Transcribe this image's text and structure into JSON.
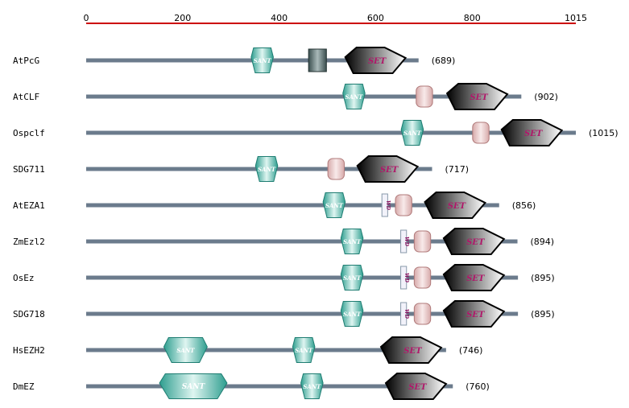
{
  "scale": {
    "max": 1015,
    "ticks": [
      {
        "value": 0,
        "label": "0"
      },
      {
        "value": 200,
        "label": "200"
      },
      {
        "value": 400,
        "label": "400"
      },
      {
        "value": 600,
        "label": "600"
      },
      {
        "value": 800,
        "label": "800"
      },
      {
        "value": 1015,
        "label": "1015"
      }
    ],
    "axis_color": "#cc0000"
  },
  "colors": {
    "backbone": "#6b7b8c",
    "sant_dark": "#2e9e8f",
    "sant_light": "#dff5f1",
    "set_dark": "#000000",
    "set_light": "#ffffff",
    "cxc_fill": "#e8c4c4",
    "cxc_stroke": "#b07a7a",
    "small_fill": "#4a5b5b",
    "vdomain_fill": "#f2f2fa",
    "vdomain_text": "#8a1060",
    "set_text": "#b0186a"
  },
  "proteins": [
    {
      "name": "AtPcG",
      "length": 689,
      "length_label": "(689)",
      "domains": [
        {
          "type": "sant",
          "start": 342,
          "end": 388,
          "label": "SANT"
        },
        {
          "type": "small",
          "start": 461,
          "end": 498,
          "label": ""
        },
        {
          "type": "set",
          "start": 537,
          "end": 662,
          "label": "SET"
        }
      ]
    },
    {
      "name": "AtCLF",
      "length": 902,
      "length_label": "(902)",
      "domains": [
        {
          "type": "sant",
          "start": 532,
          "end": 578,
          "label": "SANT"
        },
        {
          "type": "cxc",
          "start": 684,
          "end": 718,
          "label": ""
        },
        {
          "type": "set",
          "start": 748,
          "end": 873,
          "label": "SET"
        }
      ]
    },
    {
      "name": "Ospclf",
      "length": 1015,
      "length_label": "(1015)",
      "domains": [
        {
          "type": "sant",
          "start": 653,
          "end": 699,
          "label": "SANT"
        },
        {
          "type": "cxc",
          "start": 801,
          "end": 835,
          "label": ""
        },
        {
          "type": "set",
          "start": 861,
          "end": 986,
          "label": "SET"
        }
      ]
    },
    {
      "name": "SDG711",
      "length": 717,
      "length_label": "(717)",
      "domains": [
        {
          "type": "sant",
          "start": 351,
          "end": 397,
          "label": "SANT"
        },
        {
          "type": "cxc",
          "start": 501,
          "end": 535,
          "label": ""
        },
        {
          "type": "set",
          "start": 562,
          "end": 687,
          "label": "SET"
        }
      ]
    },
    {
      "name": "AtEZA1",
      "length": 856,
      "length_label": "(856)",
      "domains": [
        {
          "type": "sant",
          "start": 491,
          "end": 537,
          "label": "SANT"
        },
        {
          "type": "vdomain",
          "start": 613,
          "end": 625,
          "label": "WD"
        },
        {
          "type": "cxc",
          "start": 641,
          "end": 675,
          "label": ""
        },
        {
          "type": "set",
          "start": 702,
          "end": 827,
          "label": "SET"
        }
      ]
    },
    {
      "name": "ZmEzl2",
      "length": 894,
      "length_label": "(894)",
      "domains": [
        {
          "type": "sant",
          "start": 528,
          "end": 574,
          "label": "SANT"
        },
        {
          "type": "vdomain",
          "start": 652,
          "end": 664,
          "label": "WD"
        },
        {
          "type": "cxc",
          "start": 680,
          "end": 714,
          "label": ""
        },
        {
          "type": "set",
          "start": 741,
          "end": 866,
          "label": "SET"
        }
      ]
    },
    {
      "name": "OsEz",
      "length": 895,
      "length_label": "(895)",
      "domains": [
        {
          "type": "sant",
          "start": 528,
          "end": 574,
          "label": "SANT"
        },
        {
          "type": "vdomain",
          "start": 652,
          "end": 664,
          "label": "WD"
        },
        {
          "type": "cxc",
          "start": 680,
          "end": 714,
          "label": ""
        },
        {
          "type": "set",
          "start": 741,
          "end": 866,
          "label": "SET"
        }
      ]
    },
    {
      "name": "SDG718",
      "length": 895,
      "length_label": "(895)",
      "domains": [
        {
          "type": "sant",
          "start": 528,
          "end": 574,
          "label": "SANT"
        },
        {
          "type": "vdomain",
          "start": 652,
          "end": 664,
          "label": "WD"
        },
        {
          "type": "cxc",
          "start": 680,
          "end": 714,
          "label": ""
        },
        {
          "type": "set",
          "start": 741,
          "end": 866,
          "label": "SET"
        }
      ]
    },
    {
      "name": "HsEZH2",
      "length": 746,
      "length_label": "(746)",
      "domains": [
        {
          "type": "sant",
          "start": 161,
          "end": 251,
          "label": "SANT"
        },
        {
          "type": "sant",
          "start": 428,
          "end": 474,
          "label": "SANT"
        },
        {
          "type": "set",
          "start": 611,
          "end": 736,
          "label": "SET"
        }
      ]
    },
    {
      "name": "DmEZ",
      "length": 760,
      "length_label": "(760)",
      "domains": [
        {
          "type": "sant",
          "start": 152,
          "end": 292,
          "label": "SANT"
        },
        {
          "type": "sant",
          "start": 445,
          "end": 491,
          "label": "SANT"
        },
        {
          "type": "set",
          "start": 621,
          "end": 746,
          "label": "SET"
        }
      ]
    }
  ]
}
